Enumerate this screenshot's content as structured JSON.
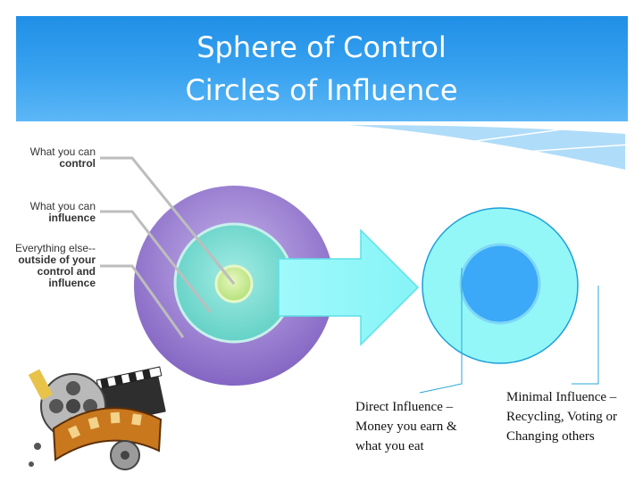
{
  "slide": {
    "title_line1": "Sphere of Control",
    "title_line2": "Circles of Influence"
  },
  "labels": {
    "control": {
      "line1": "What you can",
      "line2": "control"
    },
    "influence": {
      "line1": "What you can",
      "line2": "influence"
    },
    "outside": {
      "line1": "Everything else--",
      "line2": "outside of your",
      "line3": "control and",
      "line4": "influence"
    }
  },
  "captions": {
    "direct": "Direct Influence – Money you earn & what you eat",
    "minimal": "Minimal Influence – Recycling, Voting or Changing others"
  },
  "colors": {
    "title_band": "#2b97eb",
    "outer_circle": "#9b78cf",
    "middle_circle": "#78dcd2",
    "inner_circle": "#c8ec8c",
    "arrow": "#8ef8fa",
    "right_ring": "#93f7f7",
    "right_core": "#3ba8f8"
  },
  "decorations": {
    "clipart": "film-reel-clapperboard-icon"
  }
}
